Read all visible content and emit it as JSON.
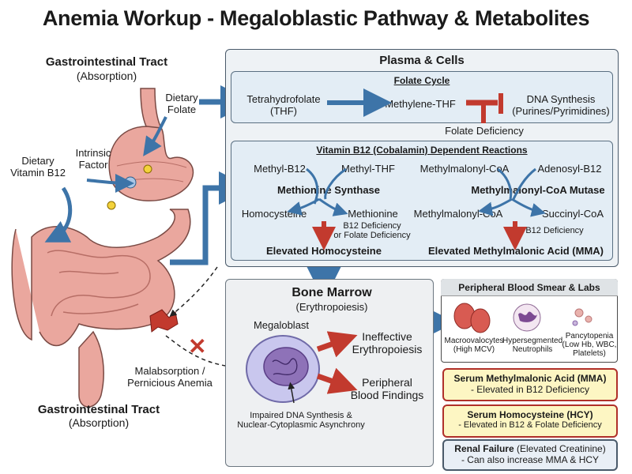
{
  "title": "Anemia Workup - Megaloblastic Pathway & Metabolites",
  "gi_top": {
    "title": "Gastrointestinal Tract",
    "subtitle": "(Absorption)"
  },
  "gi_bottom": {
    "title": "Gastrointestinal Tract",
    "subtitle": "(Absorption)"
  },
  "stomach_labels": {
    "dietary_folate": [
      "Dietary",
      "Folate"
    ],
    "intrinsic_factor": [
      "Intrinsic",
      "Factor"
    ],
    "dietary_b12": [
      "Dietary",
      "Vitamin B12"
    ]
  },
  "malabsorption": [
    "Malabsorption /",
    "Pernicious Anemia"
  ],
  "plasma": {
    "title": "Plasma & Cells",
    "folate_cycle": {
      "title": "Folate Cycle",
      "thf": [
        "Tetrahydrofolate",
        "(THF)"
      ],
      "methylene": "Methylene-THF",
      "dna": [
        "DNA Synthesis",
        "(Purines/Pyrimidines)"
      ],
      "deficiency": "Folate Deficiency"
    },
    "b12": {
      "title": "Vitamin B12 (Cobalamin) Dependent Reactions",
      "methyl_b12": "Methyl-B12",
      "methyl_thf": "Methyl-THF",
      "methionine_synthase": "Methionine Synthase",
      "homocysteine": "Homocysteine",
      "methionine": "Methionine",
      "left_def": [
        "B12 Deficiency",
        "or Folate Deficiency"
      ],
      "elevated_hcy": "Elevated Homocysteine",
      "mma_coa": "Methylmalonyl-CoA",
      "adenosyl_b12": "Adenosyl-B12",
      "mutase": "Methylmalonyl-CoA Mutase",
      "mma_coa2": "Methylmalonyl-CoA",
      "succinyl": "Succinyl-CoA",
      "right_def": "B12 Deficiency",
      "elevated_mma": "Elevated Methylmalonic Acid (MMA)"
    }
  },
  "marrow": {
    "title": "Bone Marrow",
    "subtitle": "(Erythropoiesis)",
    "megaloblast": "Megaloblast",
    "ineffective": [
      "Ineffective",
      "Erythropoiesis"
    ],
    "peripheral": [
      "Peripheral",
      "Blood Findings"
    ],
    "impaired": [
      "Impaired DNA Synthesis &",
      "Nuclear-Cytoplasmic Asynchrony"
    ]
  },
  "smear": {
    "title": "Peripheral Blood Smear & Labs",
    "macro": [
      "Macroovalocytes",
      "(High MCV)"
    ],
    "hyper": [
      "Hypersegmented",
      "Neutrophils"
    ],
    "pancy": [
      "Pancytopenia",
      "(Low Hb, WBC,",
      "Platelets)"
    ]
  },
  "labs": {
    "mma": {
      "title": "Serum Methylmalonic Acid (MMA)",
      "text": "- Elevated in B12 Deficiency"
    },
    "hcy": {
      "title": "Serum Homocysteine (HCY)",
      "text": "- Elevated in B12 & Folate Deficiency"
    },
    "renal": {
      "title": "Renal Failure",
      "title_rest": " (Elevated Creatinine)",
      "text": "- Can also increase MMA & HCY"
    }
  },
  "colors": {
    "arrow_blue": "#3d74a8",
    "arrow_red": "#c23a2e",
    "gut": "#eaa79e",
    "panel": "#e3edf5"
  }
}
